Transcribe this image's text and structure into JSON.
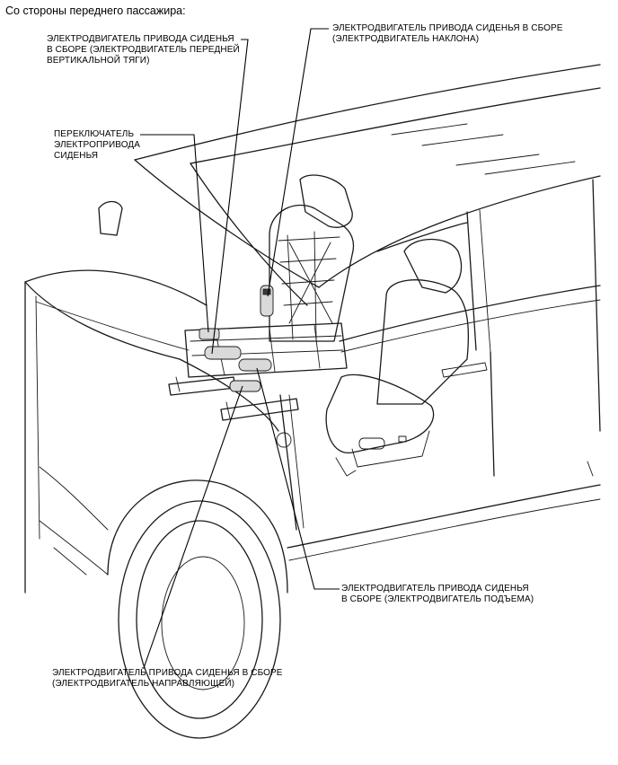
{
  "diagram": {
    "title": "Со стороны переднего пассажира:",
    "labels": {
      "front_vertical_motor": [
        "ЭЛЕКТРОДВИГАТЕЛЬ ПРИВОДА СИДЕНЬЯ",
        "В СБОРЕ (ЭЛЕКТРОДВИГАТЕЛЬ ПЕРЕДНЕЙ",
        "ВЕРТИКАЛЬНОЙ ТЯГИ)"
      ],
      "recline_motor": [
        "ЭЛЕКТРОДВИГАТЕЛЬ ПРИВОДА СИДЕНЬЯ В СБОРЕ",
        "(ЭЛЕКТРОДВИГАТЕЛЬ НАКЛОНА)"
      ],
      "power_seat_switch": [
        "ПЕРЕКЛЮЧАТЕЛЬ",
        "ЭЛЕКТРОПРИВОДА",
        "СИДЕНЬЯ"
      ],
      "lifter_motor": [
        "ЭЛЕКТРОДВИГАТЕЛЬ ПРИВОДА СИДЕНЬЯ",
        "В СБОРЕ (ЭЛЕКТРОДВИГАТЕЛЬ ПОДЪЕМА)"
      ],
      "slide_motor": [
        "ЭЛЕКТРОДВИГАТЕЛЬ ПРИВОДА СИДЕНЬЯ В СБОРЕ",
        "(ЭЛЕКТРОДВИГАТЕЛЬ НАПРАВЛЯЮЩЕЙ)"
      ]
    }
  }
}
